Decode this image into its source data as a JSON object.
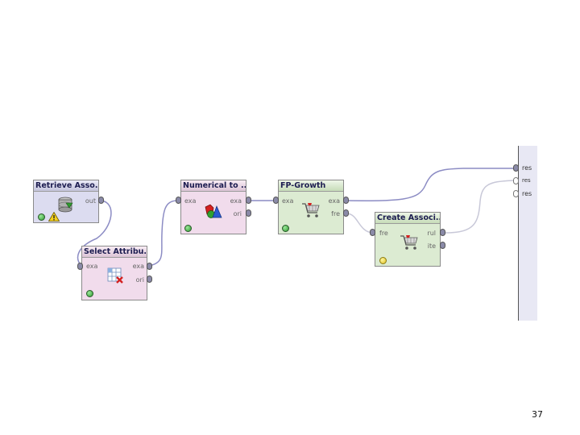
{
  "operators": {
    "retrieve": {
      "title": "Retrieve Asso...",
      "port_out": "out"
    },
    "select": {
      "title": "Select Attribu...",
      "port_in": "exa",
      "port_out1": "exa",
      "port_out2": "ori"
    },
    "numerical": {
      "title": "Numerical to ...",
      "port_in": "exa",
      "port_out1": "exa",
      "port_out2": "ori"
    },
    "fpgrowth": {
      "title": "FP-Growth",
      "port_in": "exa",
      "port_out1": "exa",
      "port_out2": "fre"
    },
    "create": {
      "title": "Create Associ...",
      "port_in": "fre",
      "port_out1": "rul",
      "port_out2": "ite"
    }
  },
  "results": {
    "ports": [
      "res",
      "res",
      "res"
    ]
  },
  "icons": {
    "retrieve": "database-retrieve-icon",
    "select": "select-attributes-icon",
    "numerical": "shapes-convert-icon",
    "fpgrowth": "shopping-cart-icon",
    "create": "shopping-cart-icon",
    "warning": "warning-icon"
  },
  "colors": {
    "wire": "#9a9ac8",
    "wire_light": "#c8c8d8",
    "retrieve_body": "#dcdcf0",
    "transform_body": "#f1dcec",
    "model_body": "#dcebd2",
    "status_green": "#2f9a2f",
    "status_yellow": "#e0c020"
  },
  "page_number": "37"
}
